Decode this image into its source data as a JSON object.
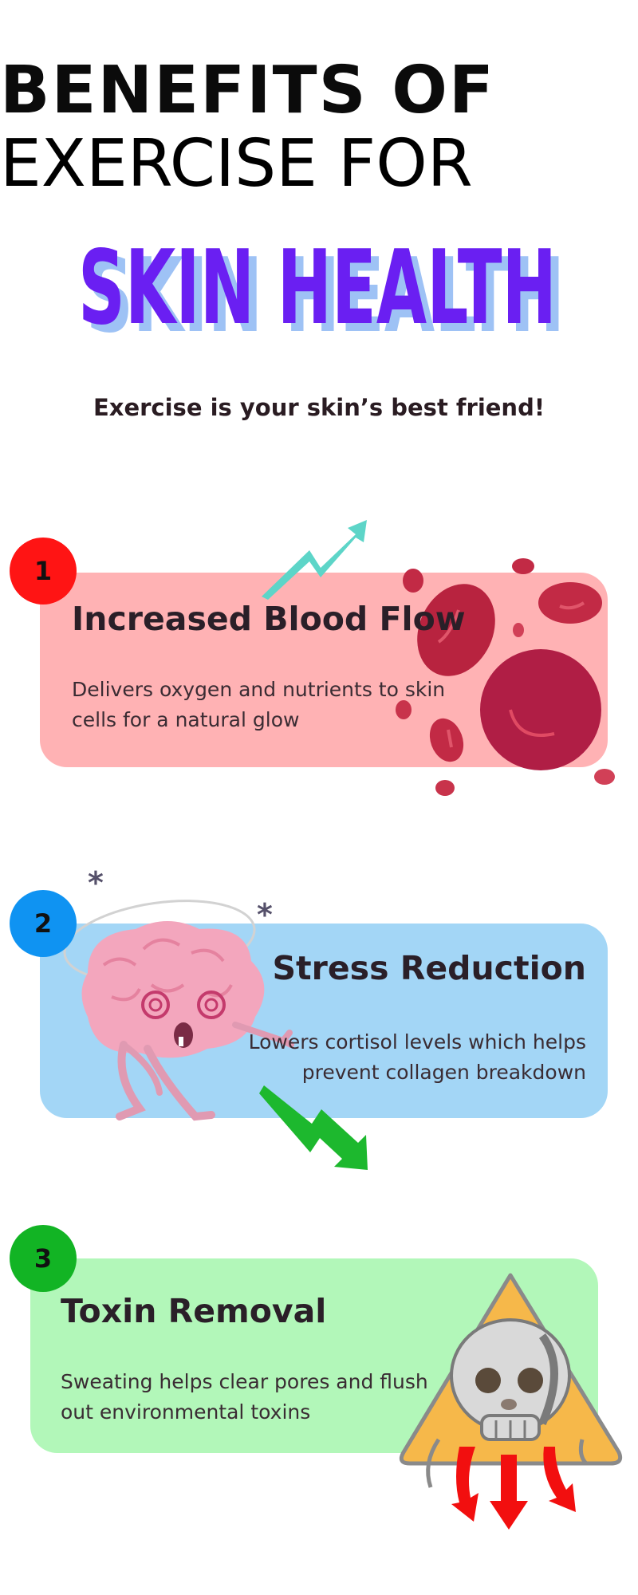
{
  "header": {
    "title_line1": "BENEFITS OF",
    "title_line2": "EXERCISE FOR",
    "hero": "SKIN HEALTH",
    "tagline": "Exercise is your skin’s best friend!"
  },
  "colors": {
    "hero_fill": "#6a1ff2",
    "hero_shadow": "#9ec2f5",
    "card1_bg": "#ffb2b4",
    "card2_bg": "#a3d6f6",
    "card3_bg": "#b2f7b9",
    "badge1": "#ff1414",
    "badge2": "#0f93f2",
    "badge3": "#12b424"
  },
  "cards": [
    {
      "number": "1",
      "title": "Increased Blood Flow",
      "description": "Delivers oxygen and nutrients to skin cells for a natural glow",
      "illustration": "blood-cells-icon",
      "arrow": "trend-up-arrow-icon"
    },
    {
      "number": "2",
      "title": "Stress Reduction",
      "description": "Lowers cortisol levels which helps prevent collagen breakdown",
      "illustration": "dizzy-brain-icon",
      "arrow": "trend-down-arrow-icon"
    },
    {
      "number": "3",
      "title": "Toxin Removal",
      "description": "Sweating helps clear pores and flush out environmental toxins",
      "illustration": "toxic-skull-warning-icon",
      "arrow": "down-arrows-icon"
    }
  ]
}
